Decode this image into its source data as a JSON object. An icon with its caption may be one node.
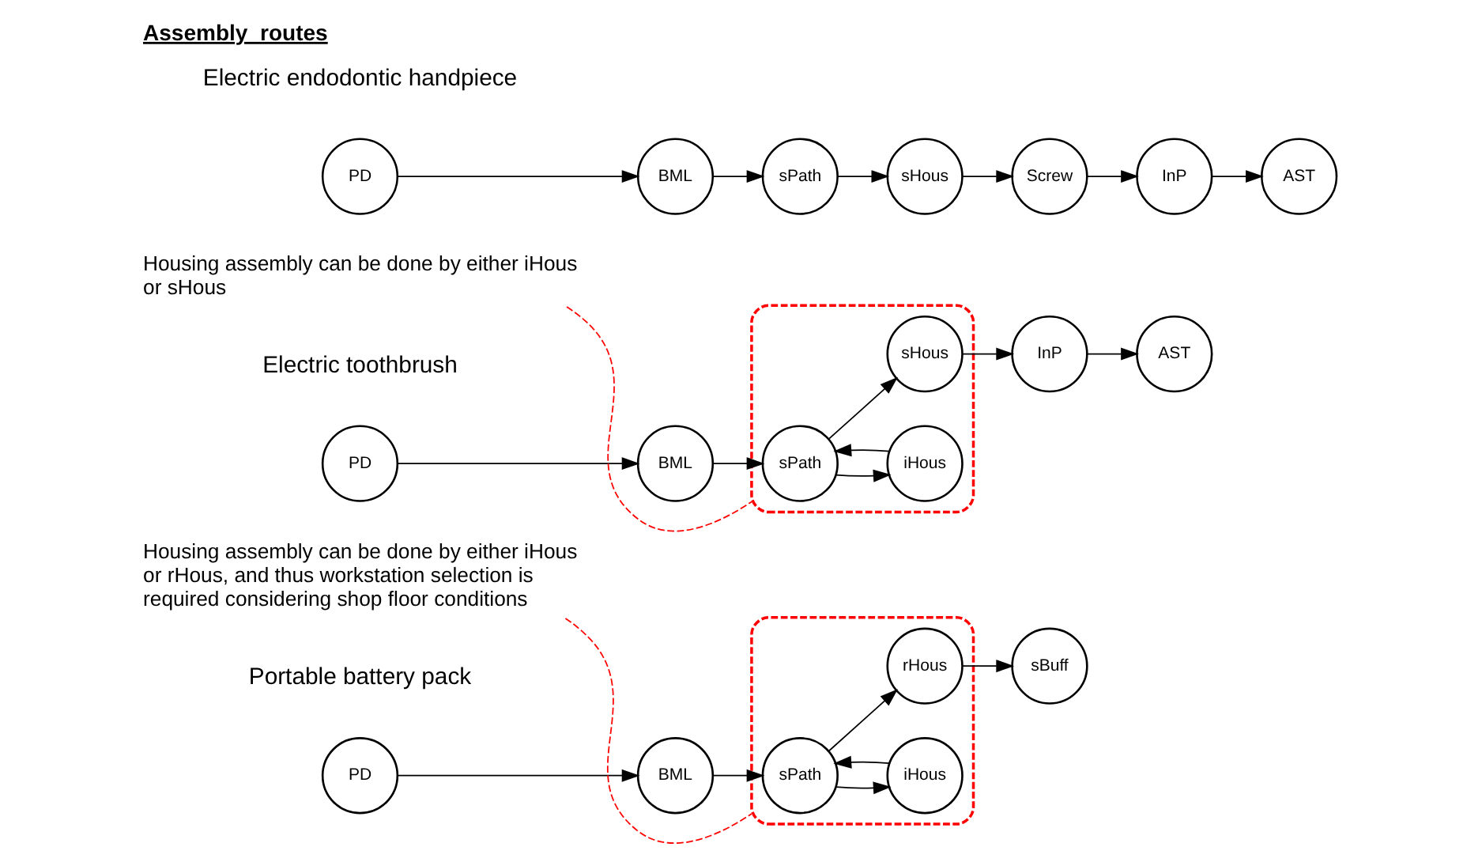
{
  "diagram": {
    "title": "Assembly  routes",
    "nodes": [
      {
        "text": [
          "PD"
        ]
      },
      {
        "text": [
          "BML"
        ]
      },
      {
        "text": [],
        "shape": "box"
      },
      {
        "text": [
          "sPath"
        ],
        "in": 2
      },
      {
        "text": [
          "iHous"
        ],
        "in": 2
      },
      {
        "text": [
          "rHous"
        ],
        "in": 2
      },
      {
        "text": [
          "sBuff"
        ]
      },
      {
        "text": [
          "Housing assembly can be done by either iHous or rHous, and thus workstation selection is required considering shop floor conditions"
        ]
      },
      {
        "text": [
          "PD"
        ]
      },
      {
        "text": [
          "BML"
        ]
      },
      {
        "text": [],
        "shape": "box"
      },
      {
        "text": [
          "sPath"
        ],
        "in": 10
      },
      {
        "text": [
          "iHous"
        ],
        "in": 10
      },
      {
        "text": [
          "sHous"
        ],
        "in": 10
      },
      {
        "text": [
          "InP"
        ]
      },
      {
        "text": [
          "AST"
        ]
      },
      {
        "text": [
          "Housing assembly can be done by either iHous or sHous"
        ]
      },
      {
        "text": [
          "PD"
        ]
      },
      {
        "text": [
          "BML"
        ]
      },
      {
        "text": [
          "sPath"
        ]
      },
      {
        "text": [
          "sHous"
        ]
      },
      {
        "text": [
          "Screw"
        ]
      },
      {
        "text": [
          "InP"
        ]
      },
      {
        "text": [
          "AST"
        ]
      }
    ],
    "edges": [
      {
        "from": 0,
        "to": 1,
        "arrow": "to"
      },
      {
        "from": 1,
        "to": 3,
        "arrow": "to"
      },
      {
        "from": 3,
        "to": 4,
        "arrow": "to"
      },
      {
        "from": 4,
        "to": 3,
        "arrow": "to"
      },
      {
        "from": 3,
        "to": 5,
        "arrow": "to"
      },
      {
        "from": 5,
        "to": 6,
        "arrow": "to"
      },
      {
        "from": 7,
        "to": 2,
        "arrow": "none",
        "style": "dashed",
        "color": "#ff0000"
      },
      {
        "from": 8,
        "to": 9,
        "arrow": "to"
      },
      {
        "from": 9,
        "to": 11,
        "arrow": "to"
      },
      {
        "from": 11,
        "to": 12,
        "arrow": "to"
      },
      {
        "from": 12,
        "to": 11,
        "arrow": "to"
      },
      {
        "from": 11,
        "to": 13,
        "arrow": "to"
      },
      {
        "from": 13,
        "to": 14,
        "arrow": "to"
      },
      {
        "from": 14,
        "to": 15,
        "arrow": "to"
      },
      {
        "from": 16,
        "to": 10,
        "arrow": "none",
        "style": "dashed",
        "color": "#ff0000"
      },
      {
        "from": 17,
        "to": 18,
        "arrow": "to"
      },
      {
        "from": 18,
        "to": 19,
        "arrow": "to"
      },
      {
        "from": 19,
        "to": 20,
        "arrow": "to"
      },
      {
        "from": 20,
        "to": 21,
        "arrow": "to"
      },
      {
        "from": 21,
        "to": 22,
        "arrow": "to"
      },
      {
        "from": 22,
        "to": 23,
        "arrow": "to"
      }
    ],
    "labels": [
      "Portable battery pack",
      "Electric toothbrush",
      "Electric endodontic handpiece"
    ]
  }
}
